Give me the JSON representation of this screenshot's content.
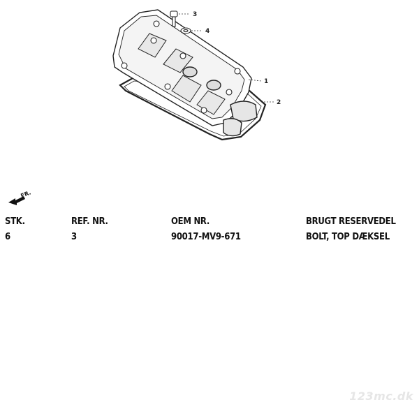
{
  "diagram": {
    "callouts": [
      {
        "label": "3"
      },
      {
        "label": "4"
      },
      {
        "label": "1"
      },
      {
        "label": "2"
      }
    ]
  },
  "direction_arrow": {
    "label": "FR.",
    "icon": "front-arrow-icon"
  },
  "table": {
    "headers": [
      "STK.",
      "REF. NR.",
      "OEM NR.",
      "BRUGT RESERVEDEL"
    ],
    "rows": [
      [
        "6",
        "3",
        "90017-MV9-671",
        "BOLT, TOP DÆKSEL"
      ]
    ]
  },
  "watermark": "123mc.dk"
}
